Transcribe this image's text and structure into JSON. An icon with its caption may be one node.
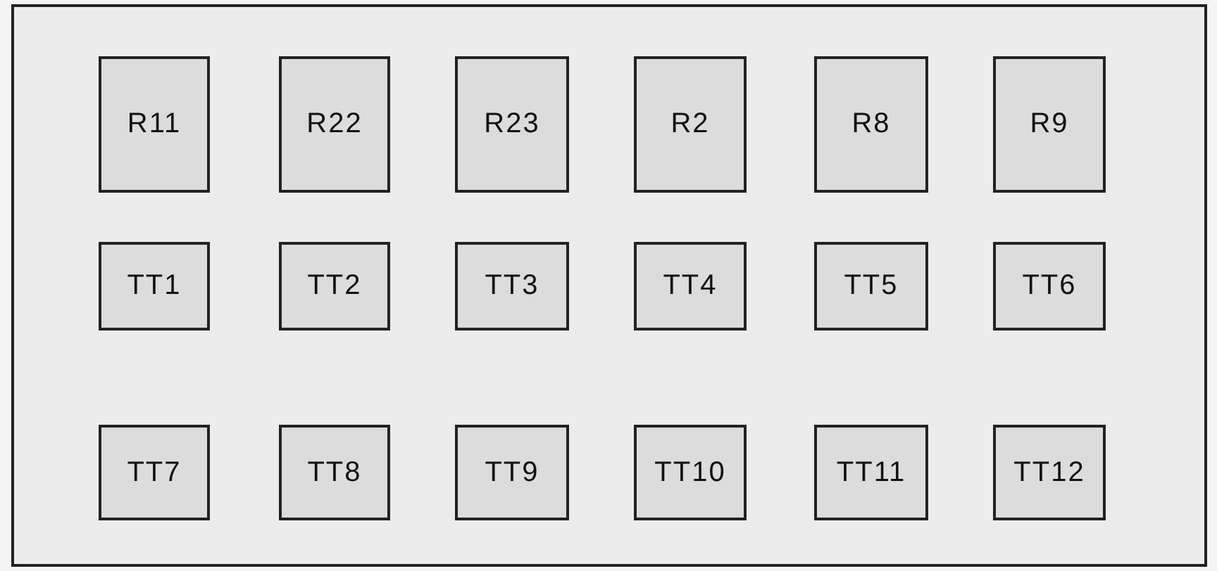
{
  "diagram": {
    "nodes": [
      {
        "text": [],
        "shape": "box"
      },
      {
        "text": [
          "R11"
        ],
        "in": 0
      },
      {
        "text": [
          "R22"
        ],
        "in": 0
      },
      {
        "text": [
          "R23"
        ],
        "in": 0
      },
      {
        "text": [
          "R2"
        ],
        "in": 0
      },
      {
        "text": [
          "R8"
        ],
        "in": 0
      },
      {
        "text": [
          "R9"
        ],
        "in": 0
      },
      {
        "text": [
          "TT1"
        ],
        "in": 0
      },
      {
        "text": [
          "TT2"
        ],
        "in": 0
      },
      {
        "text": [
          "TT3"
        ],
        "in": 0
      },
      {
        "text": [
          "TT4"
        ],
        "in": 0
      },
      {
        "text": [
          "TT5"
        ],
        "in": 0
      },
      {
        "text": [
          "TT6"
        ],
        "in": 0
      },
      {
        "text": [
          "TT7"
        ],
        "in": 0
      },
      {
        "text": [
          "TT8"
        ],
        "in": 0
      },
      {
        "text": [
          "TT9"
        ],
        "in": 0
      },
      {
        "text": [
          "TT10"
        ],
        "in": 0
      },
      {
        "text": [
          "TT11"
        ],
        "in": 0
      },
      {
        "text": [
          "TT12"
        ],
        "in": 0
      }
    ]
  }
}
